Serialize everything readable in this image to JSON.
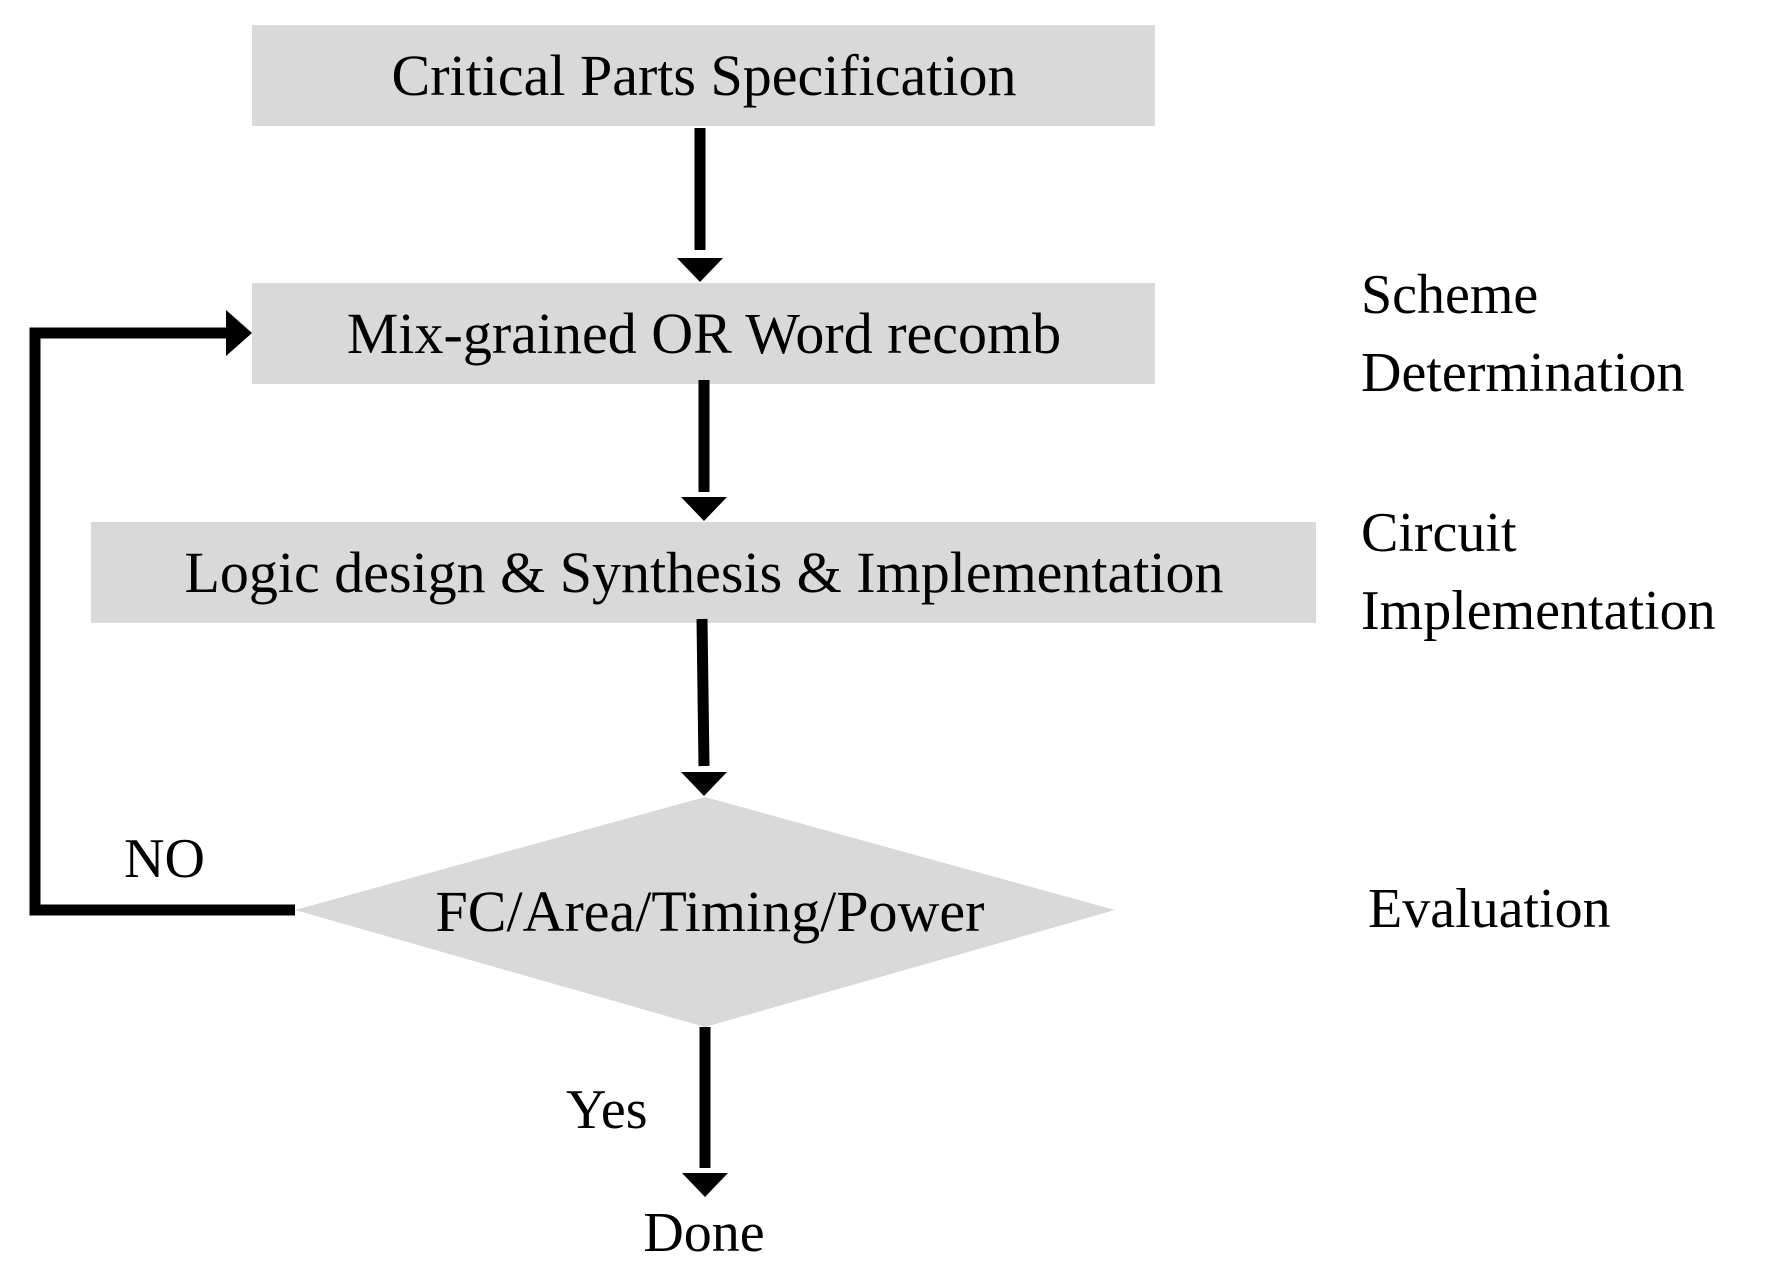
{
  "colors": {
    "box_fill": "#d9d9d9",
    "line": "#000000",
    "text": "#000000",
    "background": "#ffffff"
  },
  "nodes": {
    "critical_parts": "Critical Parts Specification",
    "scheme": "Mix-grained OR Word recomb",
    "logic": "Logic design & Synthesis & Implementation",
    "evaluation_decision": "FC/Area/Timing/Power",
    "done": "Done"
  },
  "edge_labels": {
    "no": "NO",
    "yes": "Yes"
  },
  "stage_labels": {
    "scheme_determination": [
      "Scheme",
      "Determination"
    ],
    "circuit_implementation": [
      "Circuit",
      "Implementation"
    ],
    "evaluation": "Evaluation"
  }
}
